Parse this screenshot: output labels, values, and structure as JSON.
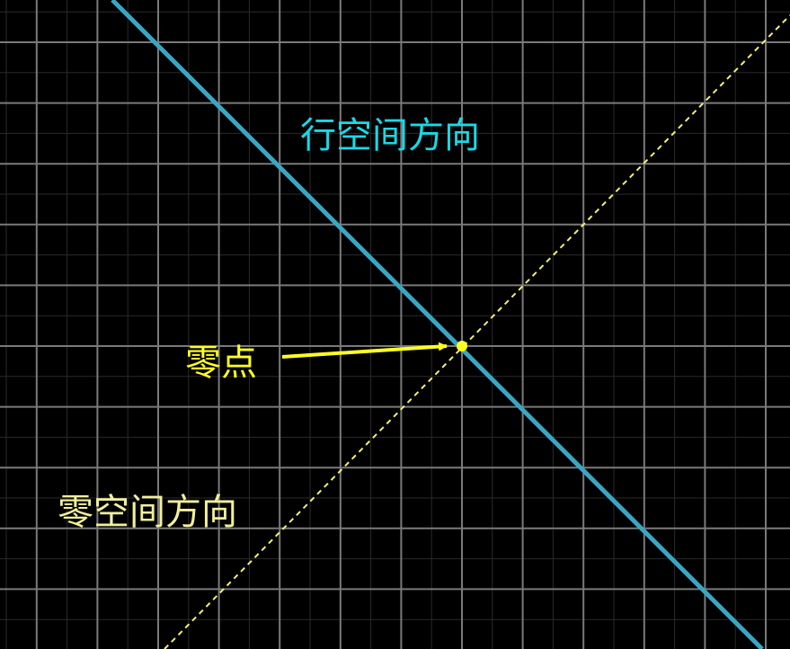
{
  "labels": {
    "row_space": "行空间方向",
    "null_space": "零空间方向",
    "zero_point": "零点"
  },
  "colors": {
    "background": "#000000",
    "grid_minor": "#2a2a2a",
    "grid_major": "#7a7a7a",
    "row_space": "#3aa6c4",
    "row_space_text": "#19d9e6",
    "null_space": "#f2ef7a",
    "null_space_text": "#f2ef9c",
    "zero_point": "#ffff22"
  }
}
